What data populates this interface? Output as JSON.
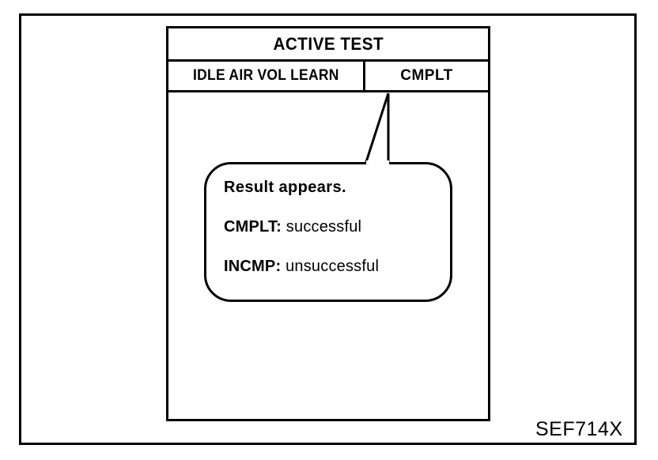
{
  "figure": {
    "caption": "SEF714X",
    "colors": {
      "line": "#000000",
      "background": "#ffffff"
    }
  },
  "scan_tool_panel": {
    "title": "ACTIVE TEST",
    "item_row": {
      "name": "IDLE AIR VOL LEARN",
      "value": "CMPLT"
    }
  },
  "callout": {
    "lines": [
      {
        "lead": "Result appears.",
        "tail": ""
      },
      {
        "lead": "CMPLT:",
        "tail": " successful"
      },
      {
        "lead": "INCMP:",
        "tail": " unsuccessful"
      }
    ],
    "points_to": "CMPLT"
  }
}
